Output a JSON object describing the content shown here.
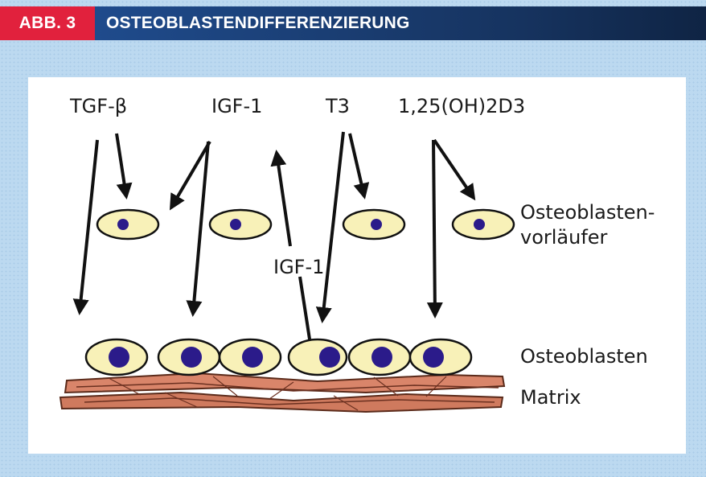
{
  "header": {
    "tag": "ABB. 3",
    "title": "OSTEOBLASTENDIFFERENZIERUNG"
  },
  "factors": {
    "tgf": "TGF-β",
    "igf1": "IGF-1",
    "t3": "T3",
    "vitd": "1,25(OH)2D3",
    "igf1_secreted": "IGF-1"
  },
  "labels": {
    "precursor_line1": "Osteoblasten-",
    "precursor_line2": "vorläufer",
    "osteoblasts": "Osteoblasten",
    "matrix": "Matrix"
  },
  "colors": {
    "header_tag": "#e1213d",
    "header_bar": "#1f4b8c",
    "cell_fill": "#f8f1b8",
    "nucleus": "#2b1b8a",
    "matrix_fill": "#d9856a"
  }
}
